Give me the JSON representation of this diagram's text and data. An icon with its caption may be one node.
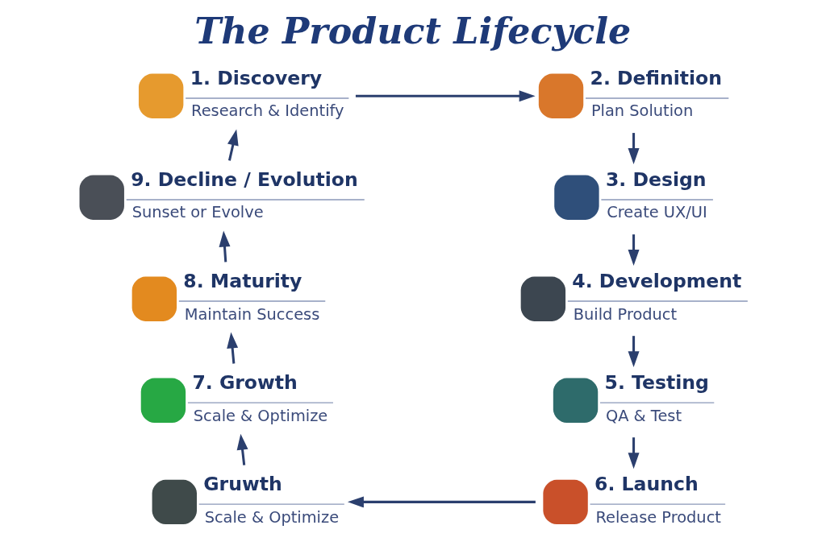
{
  "diagram": {
    "title": "The Product Lifecycle",
    "nodes": [
      {
        "text": [
          "1. Discovery",
          "Research & Identify"
        ]
      },
      {
        "text": [
          "2. Definition",
          "Plan Solution"
        ]
      },
      {
        "text": [
          "3. Design",
          "Create UX/UI"
        ]
      },
      {
        "text": [
          "4. Development",
          "Build Product"
        ]
      },
      {
        "text": [
          "5. Testing",
          "QA & Test"
        ]
      },
      {
        "text": [
          "6. Launch",
          "Release Product"
        ]
      },
      {
        "text": [
          "Gruwth",
          "Scale & Optimize"
        ]
      },
      {
        "text": [
          "7. Growth",
          "Scale & Optimize"
        ]
      },
      {
        "text": [
          "8. Maturity",
          "Maintain Success"
        ]
      },
      {
        "text": [
          "9. Decline / Evolution",
          "Sunset or Evolve"
        ]
      }
    ],
    "edges": [
      {
        "from": 0,
        "to": 1,
        "arrow": "to"
      },
      {
        "from": 1,
        "to": 2,
        "arrow": "to"
      },
      {
        "from": 2,
        "to": 3,
        "arrow": "to"
      },
      {
        "from": 3,
        "to": 4,
        "arrow": "to"
      },
      {
        "from": 4,
        "to": 5,
        "arrow": "to"
      },
      {
        "from": 5,
        "to": 6,
        "arrow": "to"
      },
      {
        "from": 6,
        "to": 7,
        "arrow": "to"
      },
      {
        "from": 7,
        "to": 8,
        "arrow": "to"
      },
      {
        "from": 8,
        "to": 9,
        "arrow": "to"
      },
      {
        "from": 9,
        "to": 0,
        "arrow": "to"
      }
    ]
  }
}
